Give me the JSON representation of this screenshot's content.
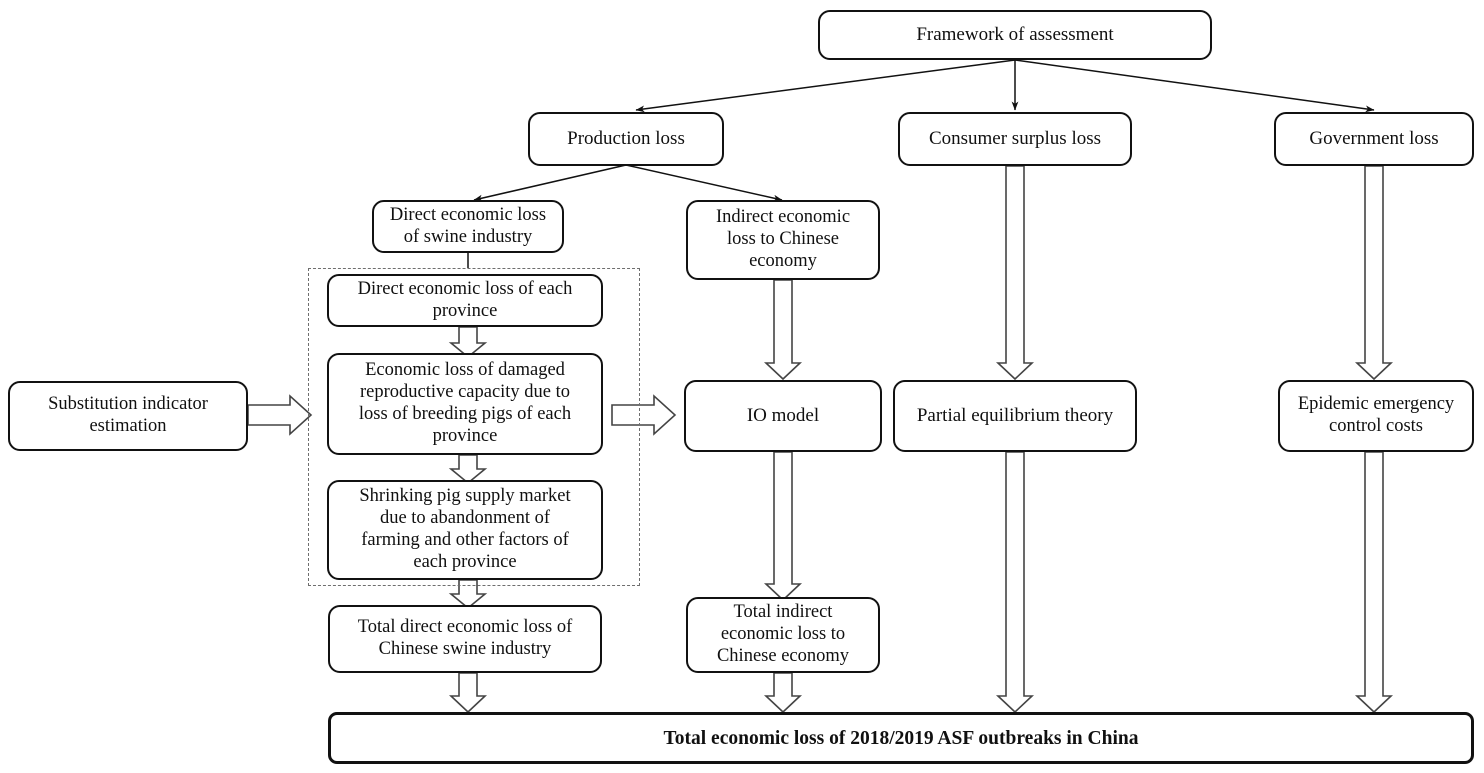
{
  "diagram": {
    "title": "Framework of assessment",
    "nodes": {
      "framework": "Framework of assessment",
      "production_loss": "Production loss",
      "consumer_surplus_loss": "Consumer surplus loss",
      "government_loss": "Government loss",
      "direct_loss_swine": "Direct economic loss\nof swine industry",
      "indirect_loss_china": "Indirect economic\nloss to Chinese\neconomy",
      "direct_loss_province": "Direct economic loss of each\nprovince",
      "repro_capacity_loss": "Economic loss of damaged\nreproductive capacity due to\nloss of breeding pigs of each\nprovince",
      "shrinking_supply": "Shrinking pig supply market\ndue to abandonment of\nfarming and other factors of\neach province",
      "substitution_indicator": "Substitution indicator\nestimation",
      "io_model": "IO model",
      "partial_equilibrium": "Partial equilibrium theory",
      "epidemic_costs": "Epidemic emergency\ncontrol costs",
      "total_direct_loss": "Total direct economic loss of\nChinese swine industry",
      "total_indirect_loss": "Total indirect\neconomic loss to\nChinese economy",
      "total_economic_loss": "Total economic loss of 2018/2019 ASF outbreaks in China"
    },
    "colors": {
      "stroke": "#111111",
      "dashed_stroke": "#6e6e6e",
      "background": "#ffffff",
      "text": "#101010"
    }
  }
}
